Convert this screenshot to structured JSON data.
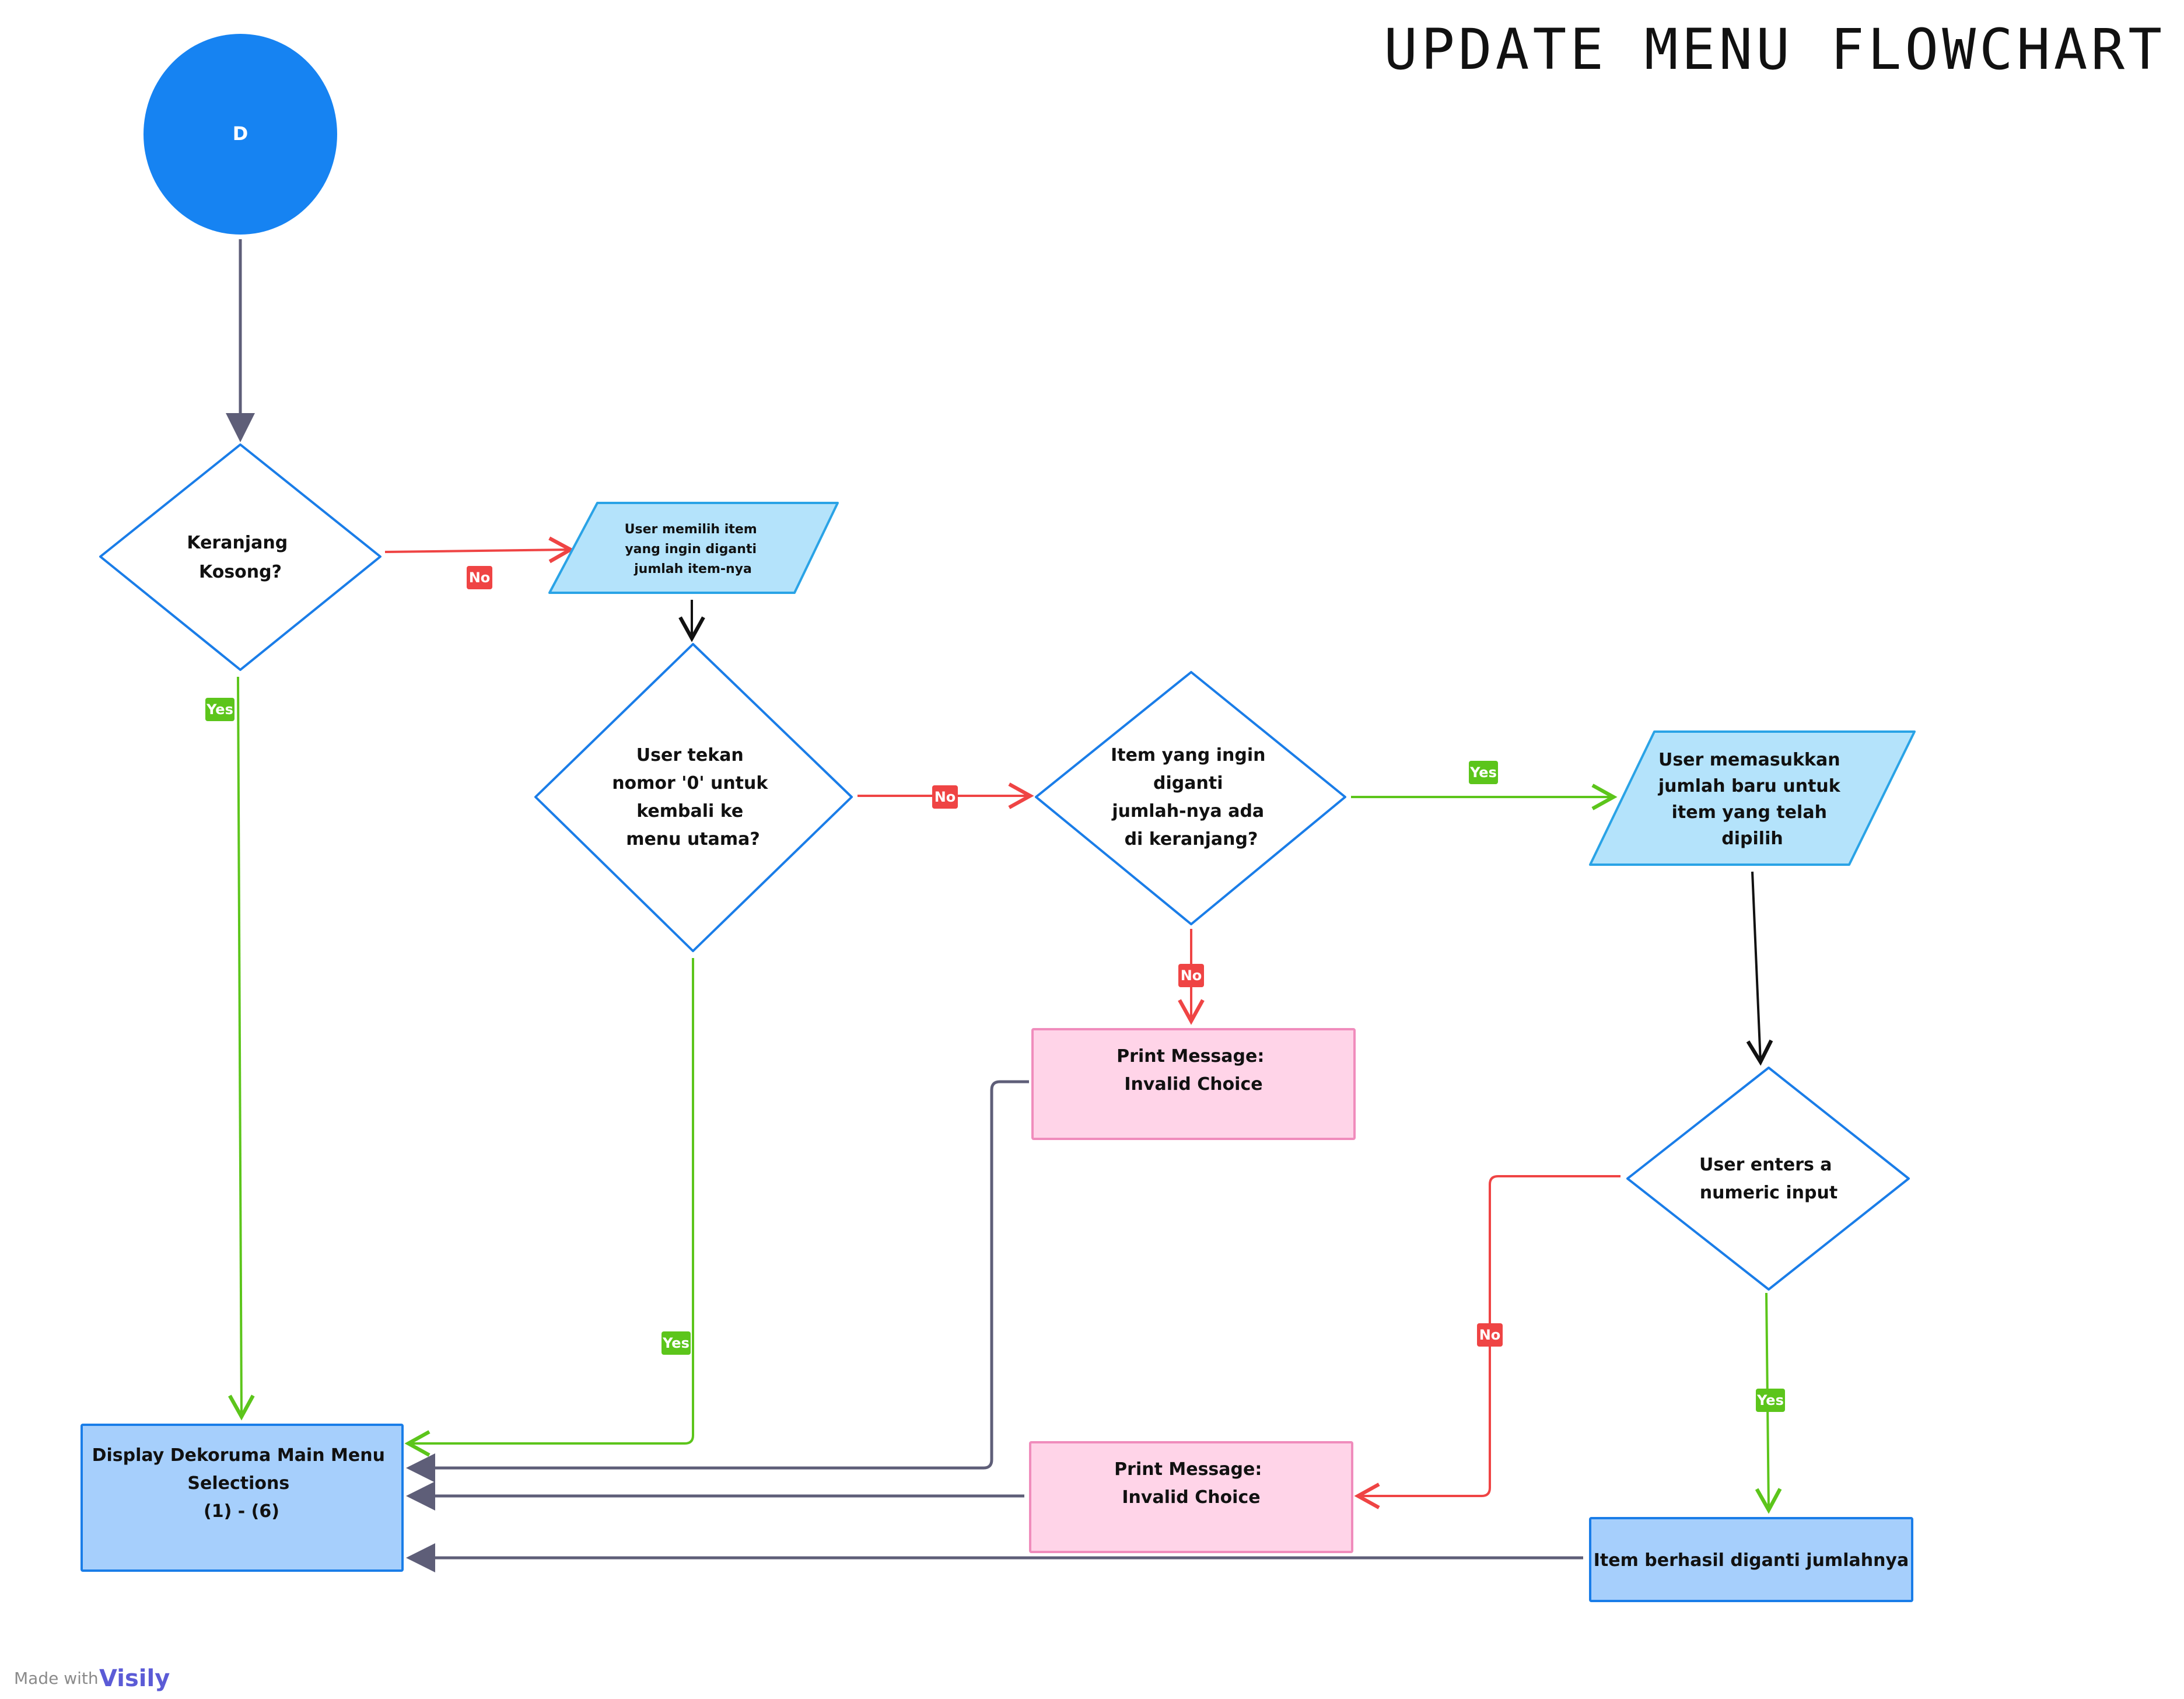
{
  "title": "UPDATE MENU FLOWCHART",
  "colors": {
    "start_fill": "#1683f2",
    "node_stroke": "#1a7de8",
    "io_fill": "#b4e3fb",
    "io_stroke": "#2aa3e6",
    "process_fill": "#a6cffc",
    "error_fill": "#ffd4e8",
    "error_stroke": "#f08cbc",
    "yes": "#5cc51b",
    "no": "#ef4444",
    "neutral": "#5e5e78",
    "black": "#111111"
  },
  "nodes": {
    "start": {
      "text": "D"
    },
    "keranjang_kosong": {
      "lines": [
        "Keranjang",
        "Kosong?"
      ]
    },
    "pilih_item": {
      "lines": [
        "User memilih item",
        "yang ingin diganti",
        "jumlah item-nya"
      ]
    },
    "tekan_nol": {
      "lines": [
        "User tekan",
        "nomor '0' untuk",
        "kembali ke",
        "menu utama?"
      ]
    },
    "item_ada": {
      "lines": [
        "Item yang ingin",
        "diganti",
        "jumlah-nya ada",
        "di keranjang?"
      ]
    },
    "masukkan_jumlah": {
      "lines": [
        "User memasukkan",
        "jumlah baru untuk",
        "item yang telah",
        "dipilih"
      ]
    },
    "invalid_1": {
      "lines": [
        "Print Message:",
        "Invalid Choice"
      ]
    },
    "numeric_input": {
      "lines": [
        "User enters a",
        "numeric input"
      ]
    },
    "main_menu": {
      "lines": [
        "Display Dekoruma Main Menu",
        "Selections",
        "(1) - (6)"
      ]
    },
    "invalid_2": {
      "lines": [
        "Print Message:",
        "Invalid Choice"
      ]
    },
    "berhasil": {
      "lines": [
        "Item berhasil diganti jumlahnya"
      ]
    }
  },
  "labels": {
    "yes": "Yes",
    "no": "No"
  },
  "footer": {
    "made_with": "Made with",
    "brand": "Visily"
  }
}
